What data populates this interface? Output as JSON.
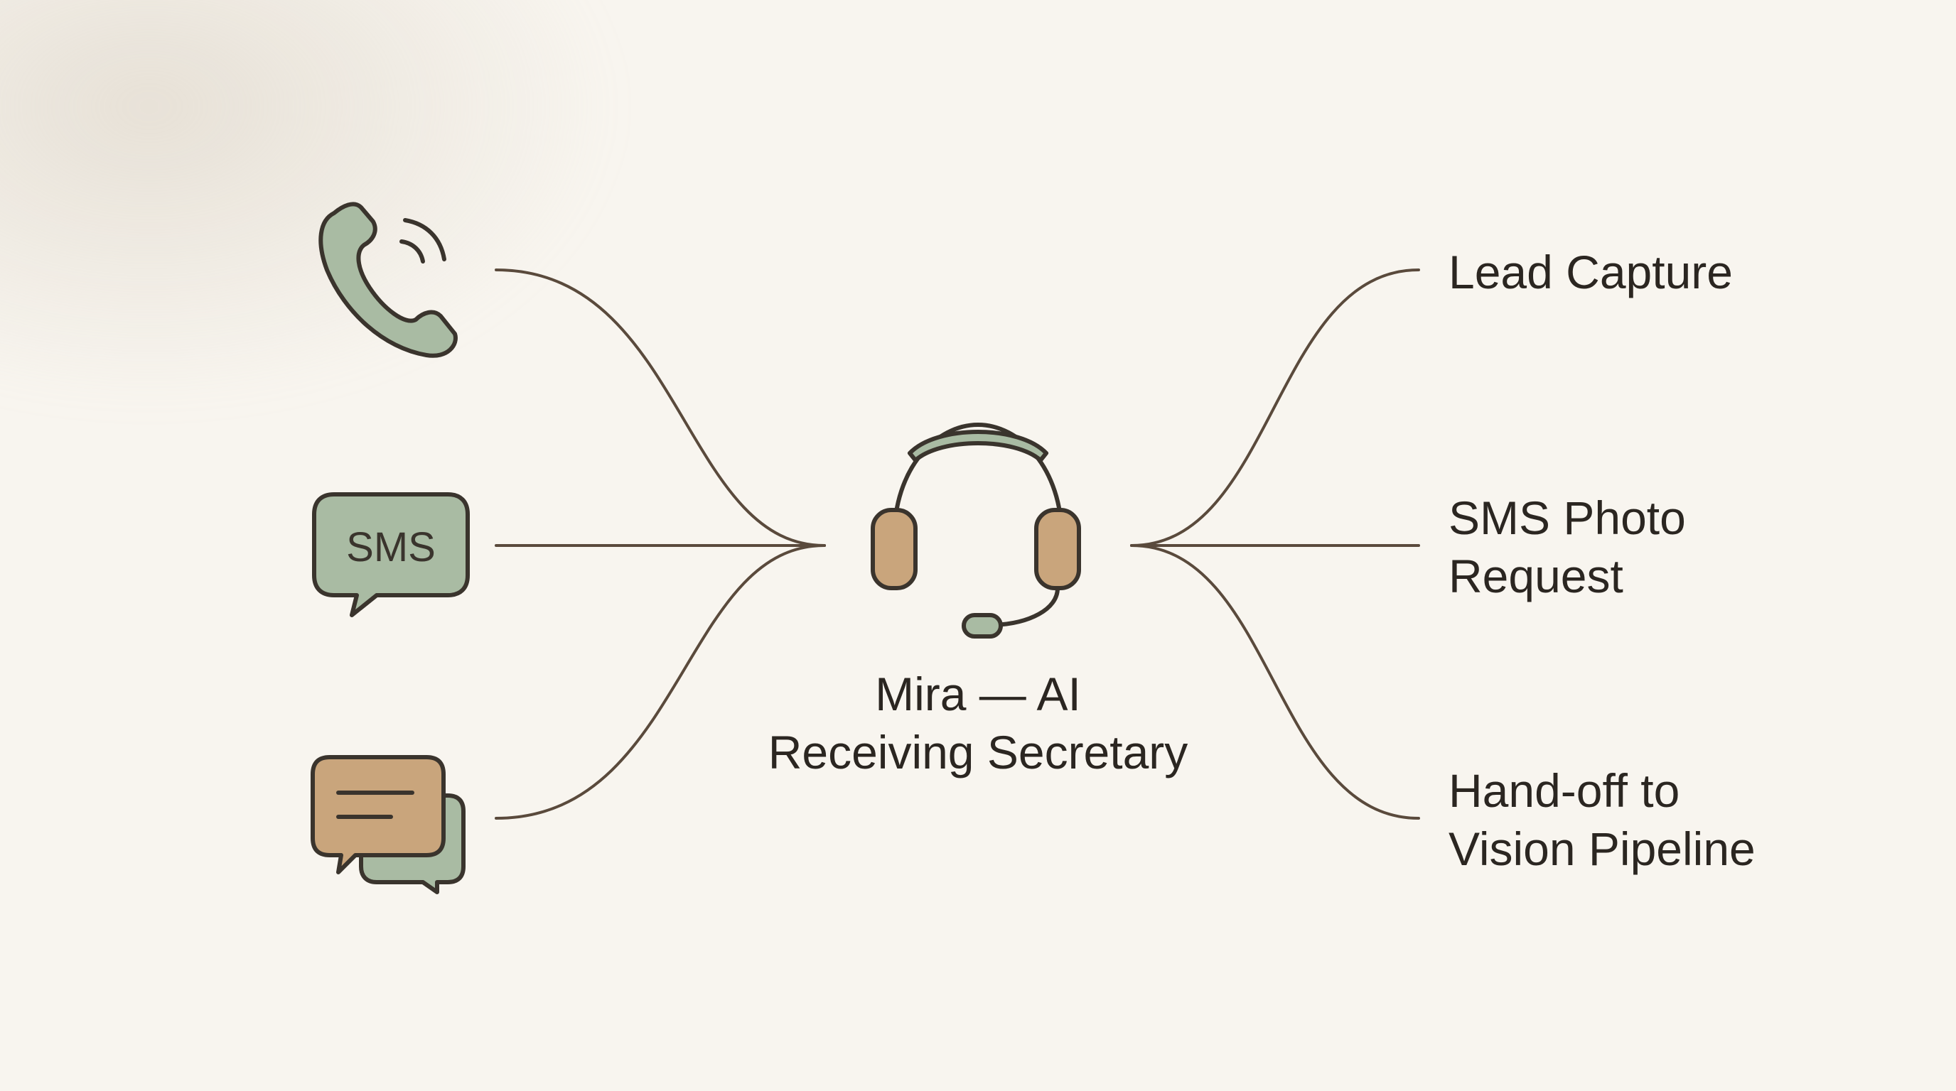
{
  "center": {
    "line1": "Mira — AI",
    "line2": "Receiving Secretary",
    "icon": "headset-icon"
  },
  "inputs": [
    {
      "icon": "phone-icon"
    },
    {
      "icon": "sms-bubble-icon",
      "text": "SMS"
    },
    {
      "icon": "chat-bubbles-icon"
    }
  ],
  "outputs": [
    {
      "line1": "Lead Capture"
    },
    {
      "line1": "SMS Photo",
      "line2": "Request"
    },
    {
      "line1": "Hand-off to",
      "line2": "Vision Pipeline"
    }
  ],
  "colors": {
    "background": "#f8f5ef",
    "stroke": "#5a4a3c",
    "sage": "#a9bba3",
    "tan": "#c9a57c",
    "text": "#2b2621"
  }
}
